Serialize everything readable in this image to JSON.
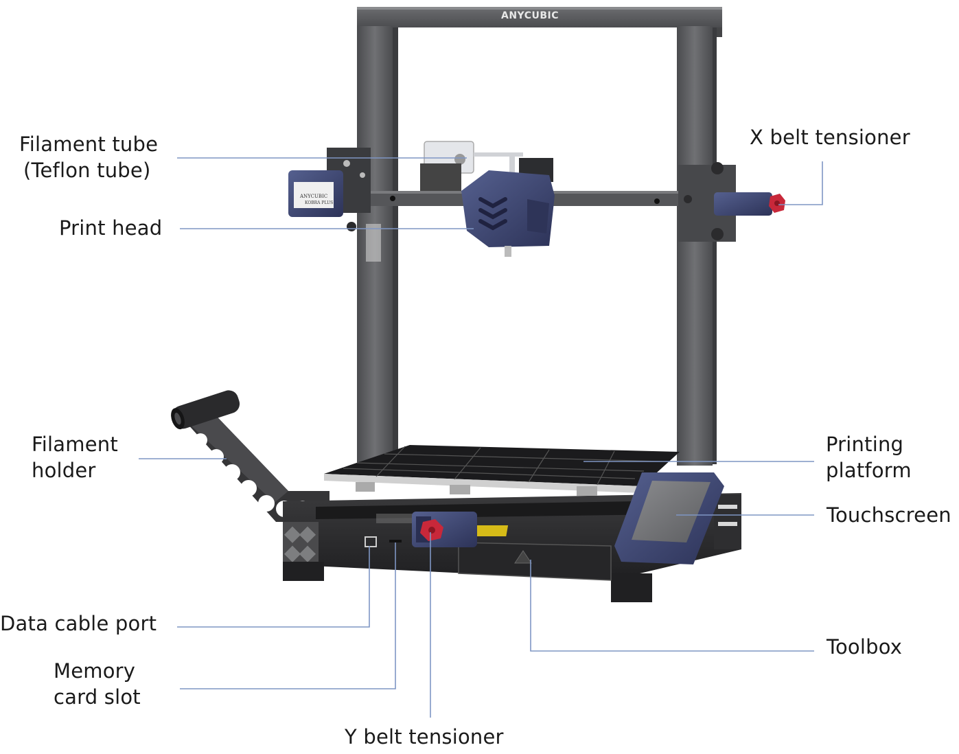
{
  "labels": {
    "filament_tube": [
      "Filament tube",
      "(Teflon tube)"
    ],
    "print_head": "Print head",
    "x_belt_tensioner": "X belt tensioner",
    "filament_holder": [
      "Filament",
      "holder"
    ],
    "printing_platform": [
      "Printing",
      "platform"
    ],
    "touchscreen": "Touchscreen",
    "data_cable_port": "Data cable port",
    "memory_card_slot": [
      "Memory",
      "card slot"
    ],
    "y_belt_tensioner": "Y belt tensioner",
    "toolbox": "Toolbox"
  },
  "printer": {
    "brand": "ANYCUBIC",
    "model_plate": [
      "ANYCUBIC",
      "KOBRA PLUS"
    ]
  },
  "colors": {
    "leader_line": "#7f96c4",
    "frame": "#5c5d60",
    "frame_dark": "#3a3b3e",
    "accent_blue": "#3b4270",
    "accent_red": "#c8283a",
    "bed": "#1d1d1f",
    "base": "#2b2b2d"
  }
}
